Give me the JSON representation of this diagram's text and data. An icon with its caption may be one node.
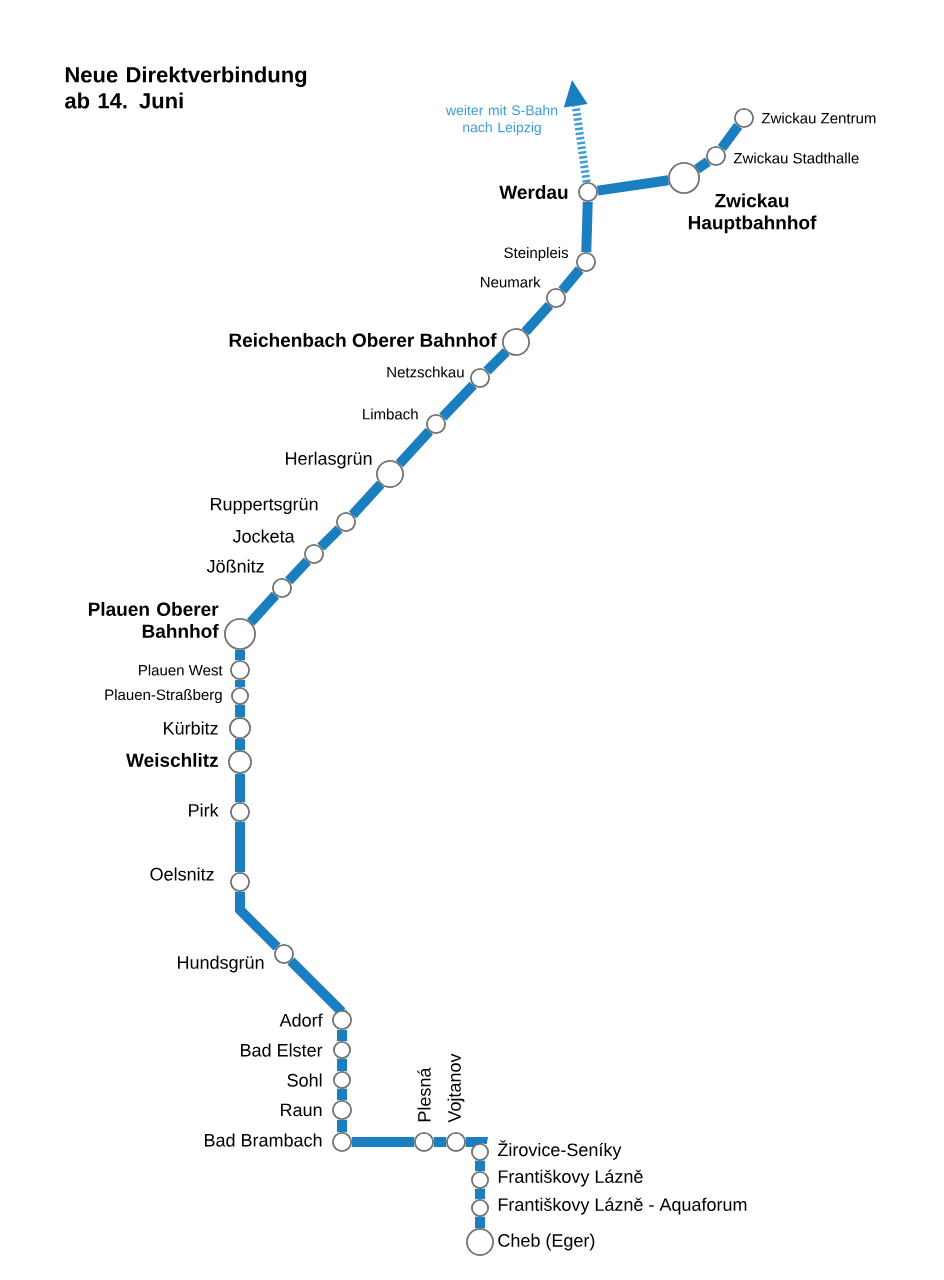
{
  "diagram": {
    "title": "Neue Direktverbindung ab 14. Juni",
    "nodes": [
      {
        "text": [],
        "shape": "circle",
        "beside": [
          "Zwickau Zentrum"
        ]
      },
      {
        "text": [],
        "shape": "circle",
        "beside": [
          "Zwickau Stadthalle"
        ]
      },
      {
        "text": [],
        "shape": "circle",
        "beside": [
          "Zwickau Hauptbahnhof"
        ]
      },
      {
        "text": [],
        "shape": "circle",
        "beside": [
          "Werdau"
        ]
      },
      {
        "text": [],
        "shape": "circle",
        "beside": [
          "Steinpleis"
        ]
      },
      {
        "text": [],
        "shape": "circle",
        "beside": [
          "Neumark"
        ]
      },
      {
        "text": [],
        "shape": "circle",
        "beside": [
          "Reichenbach Oberer Bahnhof"
        ]
      },
      {
        "text": [],
        "shape": "circle",
        "beside": [
          "Netzschkau"
        ]
      },
      {
        "text": [],
        "shape": "circle",
        "beside": [
          "Limbach"
        ]
      },
      {
        "text": [],
        "shape": "circle",
        "beside": [
          "Herlasgrün"
        ]
      },
      {
        "text": [],
        "shape": "circle",
        "beside": [
          "Ruppertsgrün"
        ]
      },
      {
        "text": [],
        "shape": "circle",
        "beside": [
          "Jocketa"
        ]
      },
      {
        "text": [],
        "shape": "circle",
        "beside": [
          "Jößnitz"
        ]
      },
      {
        "text": [],
        "shape": "circle",
        "beside": [
          "Plauen Oberer Bahnhof"
        ]
      },
      {
        "text": [],
        "shape": "circle",
        "beside": [
          "Plauen West"
        ]
      },
      {
        "text": [],
        "shape": "circle",
        "beside": [
          "Plauen-Straßberg"
        ]
      },
      {
        "text": [],
        "shape": "circle",
        "beside": [
          "Kürbitz"
        ]
      },
      {
        "text": [],
        "shape": "circle",
        "beside": [
          "Weischlitz"
        ]
      },
      {
        "text": [],
        "shape": "circle",
        "beside": [
          "Pirk"
        ]
      },
      {
        "text": [],
        "shape": "circle",
        "beside": [
          "Oelsnitz"
        ]
      },
      {
        "text": [],
        "shape": "circle",
        "beside": [
          "Hundsgrün"
        ]
      },
      {
        "text": [],
        "shape": "circle",
        "beside": [
          "Adorf"
        ]
      },
      {
        "text": [],
        "shape": "circle",
        "beside": [
          "Bad Elster"
        ]
      },
      {
        "text": [],
        "shape": "circle",
        "beside": [
          "Sohl"
        ]
      },
      {
        "text": [],
        "shape": "circle",
        "beside": [
          "Raun"
        ]
      },
      {
        "text": [],
        "shape": "circle",
        "beside": [
          "Bad Brambach"
        ]
      },
      {
        "text": [],
        "shape": "circle",
        "beside": [
          "Plesná"
        ]
      },
      {
        "text": [],
        "shape": "circle",
        "beside": [
          "Vojtanov"
        ]
      },
      {
        "text": [],
        "shape": "circle",
        "beside": [
          "Žirovice-Seníky"
        ]
      },
      {
        "text": [],
        "shape": "circle",
        "beside": [
          "Františkovy Lázně"
        ]
      },
      {
        "text": [],
        "shape": "circle",
        "beside": [
          "Františkovy Lázně - Aquaforum"
        ]
      },
      {
        "text": [],
        "shape": "circle",
        "beside": [
          "Cheb (Eger)"
        ]
      }
    ],
    "edges": [
      {
        "from": 0,
        "to": 1,
        "arrow": "none"
      },
      {
        "from": 1,
        "to": 2,
        "arrow": "none"
      },
      {
        "from": 2,
        "to": 3,
        "arrow": "none"
      },
      {
        "from": 3,
        "to": 4,
        "arrow": "none"
      },
      {
        "from": 4,
        "to": 5,
        "arrow": "none"
      },
      {
        "from": 5,
        "to": 6,
        "arrow": "none"
      },
      {
        "from": 6,
        "to": 7,
        "arrow": "none"
      },
      {
        "from": 7,
        "to": 8,
        "arrow": "none"
      },
      {
        "from": 8,
        "to": 9,
        "arrow": "none"
      },
      {
        "from": 9,
        "to": 10,
        "arrow": "none"
      },
      {
        "from": 10,
        "to": 11,
        "arrow": "none"
      },
      {
        "from": 11,
        "to": 12,
        "arrow": "none"
      },
      {
        "from": 12,
        "to": 13,
        "arrow": "none"
      },
      {
        "from": 13,
        "to": 14,
        "arrow": "none"
      },
      {
        "from": 14,
        "to": 15,
        "arrow": "none"
      },
      {
        "from": 15,
        "to": 16,
        "arrow": "none"
      },
      {
        "from": 16,
        "to": 17,
        "arrow": "none"
      },
      {
        "from": 17,
        "to": 18,
        "arrow": "none"
      },
      {
        "from": 18,
        "to": 19,
        "arrow": "none"
      },
      {
        "from": 19,
        "to": 20,
        "arrow": "none"
      },
      {
        "from": 20,
        "to": 21,
        "arrow": "none"
      },
      {
        "from": 21,
        "to": 22,
        "arrow": "none"
      },
      {
        "from": 22,
        "to": 23,
        "arrow": "none"
      },
      {
        "from": 23,
        "to": 24,
        "arrow": "none"
      },
      {
        "from": 24,
        "to": 25,
        "arrow": "none"
      },
      {
        "from": 25,
        "to": 26,
        "arrow": "none"
      },
      {
        "from": 26,
        "to": 27,
        "arrow": "none"
      },
      {
        "from": 27,
        "to": 28,
        "arrow": "none"
      },
      {
        "from": 28,
        "to": 29,
        "arrow": "none"
      },
      {
        "from": 29,
        "to": 30,
        "arrow": "none"
      },
      {
        "from": 30,
        "to": 31,
        "arrow": "none"
      },
      {
        "from": 3,
        "to": null,
        "arrow": "to",
        "style": "dashed",
        "color": "#3d9bd6",
        "label": "weiter mit S-Bahn nach Leipzig"
      }
    ]
  }
}
